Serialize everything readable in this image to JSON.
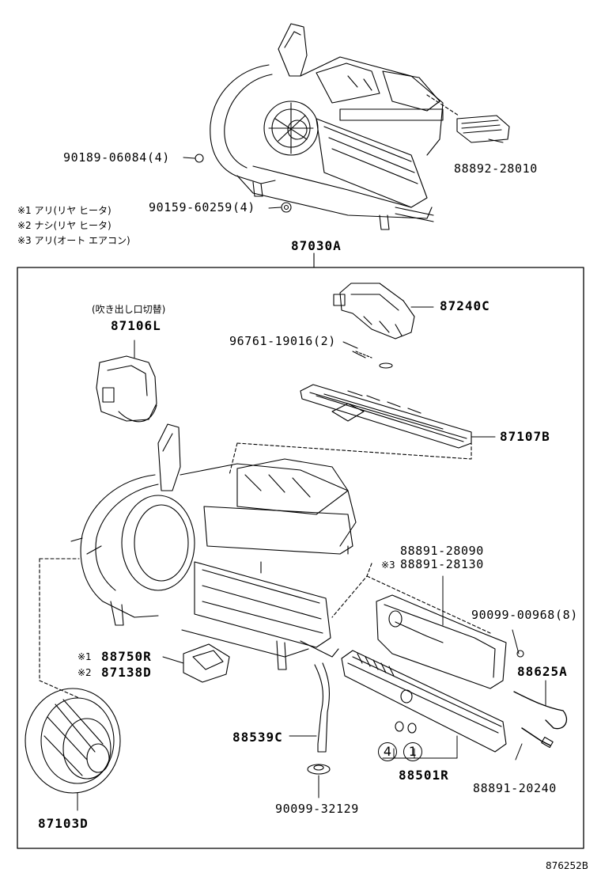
{
  "top_assembly": {
    "parts": {
      "p90189": "90189-06084(4)",
      "p90159": "90159-60259(4)",
      "p88892": "88892-28010"
    },
    "notes": [
      {
        "mark": "※1",
        "text": "アリ(リヤ ヒータ)"
      },
      {
        "mark": "※2",
        "text": "ナシ(リヤ ヒータ)"
      },
      {
        "mark": "※3",
        "text": "アリ(オート エアコン)"
      }
    ]
  },
  "main_assembly": {
    "label": "87030A",
    "parts": {
      "p87240C": "87240C",
      "p96761": "96761-19016(2)",
      "p87106L_note": "(吹き出し口切替)",
      "p87106L": "87106L",
      "p87107B": "87107B",
      "p88891a": "88891-28090",
      "p88891b": "88891-28130",
      "p88891b_mark": "※3",
      "p90099a": "90099-00968(8)",
      "p88625A": "88625A",
      "p88750R": "88750R",
      "p88750R_mark": "※1",
      "p87138D": "87138D",
      "p87138D_mark": "※2",
      "p88539C": "88539C",
      "p88501R": "88501R",
      "circle4": "4",
      "circle1": "1",
      "p88891c": "88891-20240",
      "p90099b": "90099-32129",
      "p87103D": "87103D"
    }
  },
  "figure_ref": "876252B"
}
